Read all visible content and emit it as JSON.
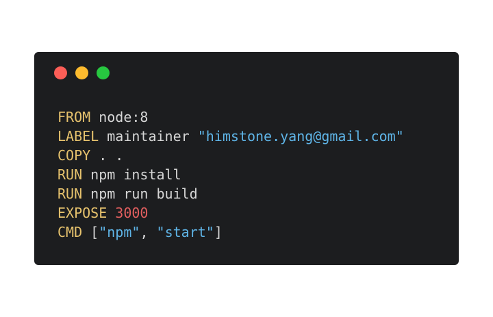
{
  "window": {
    "dots": [
      {
        "name": "close-dot",
        "color": "#fc5e57"
      },
      {
        "name": "minimize-dot",
        "color": "#fdbb2e"
      },
      {
        "name": "zoom-dot",
        "color": "#27c840"
      }
    ]
  },
  "code": {
    "lines": [
      [
        {
          "type": "kw",
          "text": "FROM"
        },
        {
          "type": "plain",
          "text": " node:8"
        }
      ],
      [
        {
          "type": "kw",
          "text": "LABEL"
        },
        {
          "type": "plain",
          "text": " maintainer "
        },
        {
          "type": "str",
          "text": "\"himstone.yang@gmail.com\""
        }
      ],
      [
        {
          "type": "kw",
          "text": "COPY"
        },
        {
          "type": "plain",
          "text": " . ."
        }
      ],
      [
        {
          "type": "kw",
          "text": "RUN"
        },
        {
          "type": "plain",
          "text": " npm install"
        }
      ],
      [
        {
          "type": "kw",
          "text": "RUN"
        },
        {
          "type": "plain",
          "text": " npm run build"
        }
      ],
      [
        {
          "type": "kw",
          "text": "EXPOSE"
        },
        {
          "type": "plain",
          "text": " "
        },
        {
          "type": "num",
          "text": "3000"
        }
      ],
      [
        {
          "type": "kw",
          "text": "CMD"
        },
        {
          "type": "plain",
          "text": " ["
        },
        {
          "type": "str",
          "text": "\"npm\""
        },
        {
          "type": "plain",
          "text": ", "
        },
        {
          "type": "str",
          "text": "\"start\""
        },
        {
          "type": "plain",
          "text": "]"
        }
      ]
    ]
  },
  "colors": {
    "window_bg": "#1c1d1f",
    "keyword": "#e6c26d",
    "plain": "#d6d6d6",
    "string": "#5fb5e8",
    "number": "#e25f5f"
  }
}
